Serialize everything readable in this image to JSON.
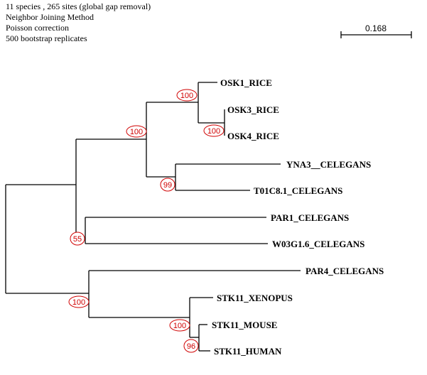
{
  "info": {
    "lines": [
      "11 species , 265 sites (global gap removal)",
      "Neighbor Joining Method",
      "Poisson correction",
      "500 bootstrap replicates"
    ]
  },
  "scale_bar": {
    "label": "0.168",
    "length": 0.168
  },
  "colors": {
    "branch": "#000000",
    "bootstrap": "#d00000"
  },
  "tree": {
    "species_count": 11,
    "sites": 265,
    "method": "Neighbor Joining",
    "leaves": [
      "OSK1_RICE",
      "OSK3_RICE",
      "OSK4_RICE",
      "YNA3__CELEGANS",
      "T01C8.1_CELEGANS",
      "PAR1_CELEGANS",
      "W03G1.6_CELEGANS",
      "PAR4_CELEGANS",
      "STK11_XENOPUS",
      "STK11_MOUSE",
      "STK11_HUMAN"
    ],
    "bootstrap": {
      "rice_osk1_osk34": "100",
      "rice_osk3_osk4": "100",
      "rice_celegans_clade": "100",
      "yna3_t01c8": "99",
      "par1_w03g1": "55",
      "par4_stk11": "100",
      "stk11_clade": "100",
      "mouse_human": "96"
    },
    "newick": "((((OSK1_RICE,(OSK3_RICE,OSK4_RICE)100)100,(YNA3__CELEGANS,T01C8.1_CELEGANS)99)100,(PAR1_CELEGANS,W03G1.6_CELEGANS)55),(PAR4_CELEGANS,(STK11_XENOPUS,(STK11_MOUSE,STK11_HUMAN)96)100)100);"
  }
}
